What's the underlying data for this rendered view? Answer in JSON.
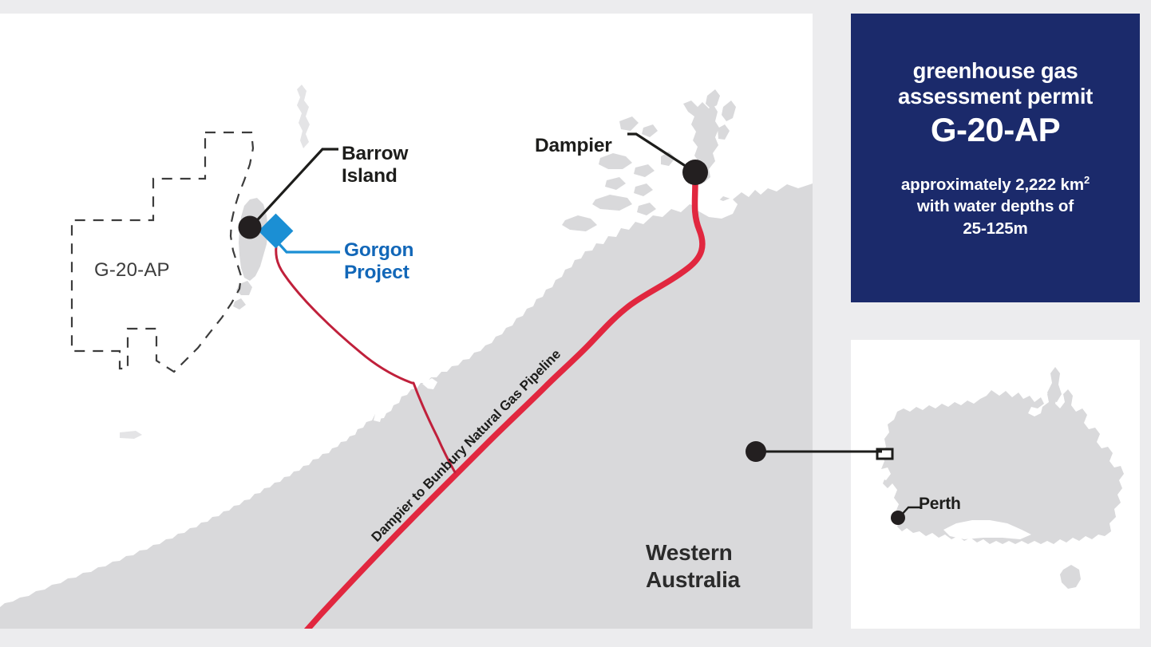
{
  "page": {
    "background_color": "#ececee"
  },
  "main_map": {
    "name": "north-west-shelf-western-australia-map",
    "background_color": "#ffffff",
    "land_color": "#d9d9db",
    "labels": {
      "permit_area": "G-20-AP",
      "barrow_island": "Barrow\nIsland",
      "dampier": "Dampier",
      "gorgon_project": "Gorgon\nProject",
      "pipeline": "Dampier to Bunbury Natural Gas Pipeline",
      "region": "Western\nAustralia"
    },
    "markers": {
      "barrow_island_dot": "black-circle-marker",
      "dampier_dot": "black-circle-marker",
      "gorgon_diamond": "blue-diamond-marker",
      "locator_dot": "black-circle-marker"
    },
    "colors": {
      "pipeline_red": "#e1273f",
      "gorgon_line_red": "#c0203b",
      "gorgon_blue": "#1b8fd4",
      "gorgon_text_blue": "#1267b8",
      "marker_black": "#231f20",
      "permit_boundary": "#3c3c3c"
    }
  },
  "info_panel": {
    "background_color": "#1b2a6b",
    "heading": "greenhouse gas\nassessment permit",
    "permit_code": "G-20-AP",
    "detail_line_1": "approximately 2,222 km",
    "detail_superscript": "2",
    "detail_line_2": "with water depths of\n25-125m"
  },
  "inset_map": {
    "name": "australia-locator-map",
    "background_color": "#ffffff",
    "land_color": "#d9d9db",
    "city_label": "Perth",
    "highlight_box": "permit-location-box"
  }
}
